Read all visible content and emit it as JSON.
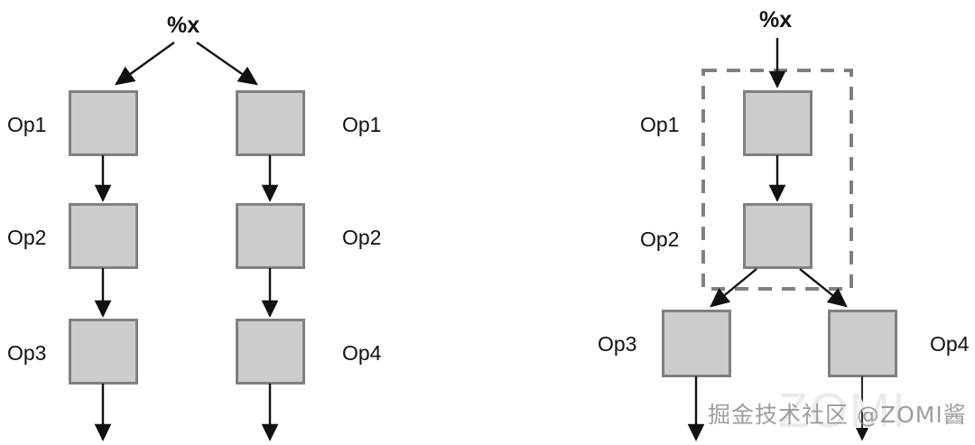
{
  "figure": {
    "background_color": "#ffffff",
    "box_fill": "#cccccc",
    "box_stroke": "#808080",
    "arrow_color": "#111111",
    "dashed_stroke": "#808080"
  },
  "left_diagram": {
    "name": "duplicated-subgraph",
    "input_label": "%x",
    "branches": [
      {
        "name": "left-branch",
        "nodes": [
          {
            "label": "Op1",
            "label_side": "left"
          },
          {
            "label": "Op2",
            "label_side": "left"
          },
          {
            "label": "Op3",
            "label_side": "left"
          }
        ]
      },
      {
        "name": "right-branch",
        "nodes": [
          {
            "label": "Op1",
            "label_side": "right"
          },
          {
            "label": "Op2",
            "label_side": "right"
          },
          {
            "label": "Op4",
            "label_side": "right"
          }
        ]
      }
    ]
  },
  "right_diagram": {
    "name": "merged-subgraph",
    "input_label": "%x",
    "group_box": {
      "name": "cse-group",
      "style": "dashed"
    },
    "grouped_nodes": [
      {
        "label": "Op1",
        "label_side": "left"
      },
      {
        "label": "Op2",
        "label_side": "left"
      }
    ],
    "output_nodes": [
      {
        "label": "Op3",
        "label_side": "left"
      },
      {
        "label": "Op4",
        "label_side": "right"
      }
    ]
  },
  "watermark": {
    "text": "掘金技术社区 @ZOMI酱",
    "ghost_text": "ZOMI"
  }
}
